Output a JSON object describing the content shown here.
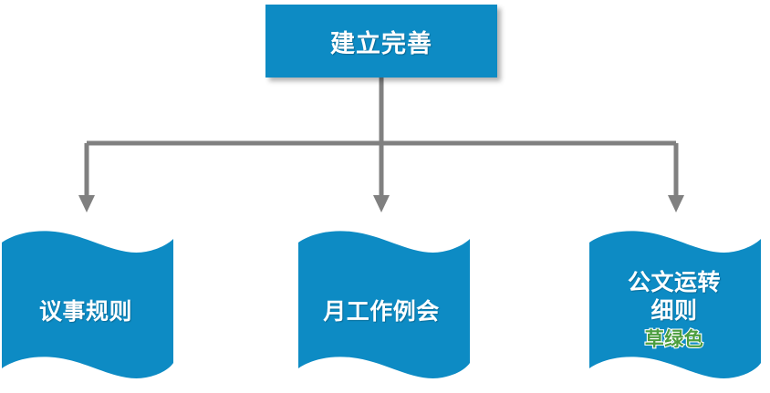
{
  "diagram": {
    "type": "hierarchy-flowchart",
    "orientation": "top-down",
    "colors": {
      "node_blue": "#0d8bc4",
      "connector_gray": "#808080",
      "text_white": "#ffffff",
      "accent_green": "#4c9e3f"
    },
    "root": {
      "label": "建立完善",
      "shape": "rectangle"
    },
    "children": [
      {
        "shape": "wave-banner",
        "lines": [
          {
            "text": "议事规则",
            "color": "#ffffff"
          }
        ]
      },
      {
        "shape": "wave-banner",
        "lines": [
          {
            "text": "月工作例会",
            "color": "#ffffff"
          }
        ]
      },
      {
        "shape": "wave-banner",
        "lines": [
          {
            "text": "公文运转",
            "color": "#ffffff"
          },
          {
            "text": "细则",
            "color": "#ffffff"
          },
          {
            "text": "草绿色",
            "color": "#4c9e3f"
          }
        ]
      }
    ],
    "connectors": {
      "count": 3,
      "style": "elbow-with-arrowhead",
      "color": "#808080"
    }
  }
}
